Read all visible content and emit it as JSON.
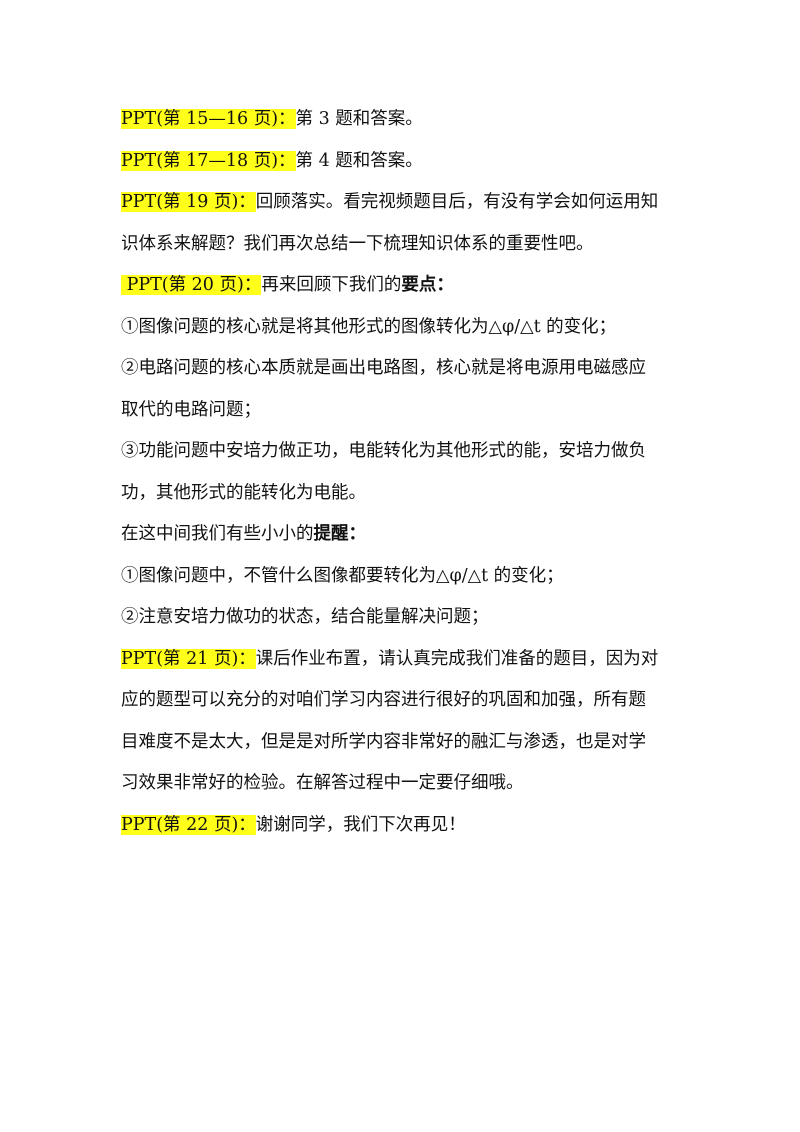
{
  "lines": [
    {
      "hl": "PPT(第 15—16 页)：",
      "text": "第 3 题和答案。"
    },
    {
      "hl": "PPT(第 17—18 页)：",
      "text": "第 4 题和答案。"
    },
    {
      "hl": "PPT(第 19 页)：",
      "text": "回顾落实。看完视频题目后，有没有学会如何运用知"
    },
    {
      "text": "识体系来解题？我们再次总结一下梳理知识体系的重要性吧。"
    },
    {
      "hl": " PPT(第 20 页)：",
      "text": "再来回顾下我们的",
      "bold": "要点："
    },
    {
      "text": "①图像问题的核心就是将其他形式的图像转化为△φ/△t 的变化；"
    },
    {
      "text": "②电路问题的核心本质就是画出电路图，核心就是将电源用电磁感应"
    },
    {
      "text": "取代的电路问题；"
    },
    {
      "text": "③功能问题中安培力做正功，电能转化为其他形式的能，安培力做负"
    },
    {
      "text": "功，其他形式的能转化为电能。"
    },
    {
      "text": "在这中间我们有些小小的",
      "bold": "提醒："
    },
    {
      "text": "①图像问题中，不管什么图像都要转化为△φ/△t 的变化；"
    },
    {
      "text": "②注意安培力做功的状态，结合能量解决问题；"
    },
    {
      "hl": "PPT(第 21 页)：",
      "text": "课后作业布置，请认真完成我们准备的题目，因为对"
    },
    {
      "text": "应的题型可以充分的对咱们学习内容进行很好的巩固和加强，所有题"
    },
    {
      "text": "目难度不是太大，但是是对所学内容非常好的融汇与渗透，也是对学"
    },
    {
      "text": "习效果非常好的检验。在解答过程中一定要仔细哦。"
    },
    {
      "hl": "PPT(第 22 页)：",
      "text": "谢谢同学，我们下次再见！"
    }
  ]
}
